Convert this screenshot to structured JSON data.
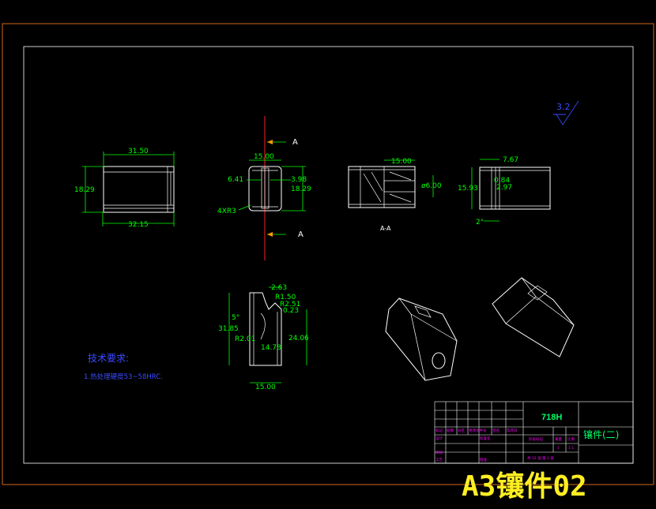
{
  "colors": {
    "background": "#000000",
    "outer_border": "#d2691e",
    "inner_border": "#ffffff",
    "dimension": "#00ff00",
    "geometry": "#ffffff",
    "centerline": "#ff2020",
    "notes": "#3a4bff",
    "titleblock_text": "#ff00ff",
    "caption": "#ffee22"
  },
  "views": {
    "front": {
      "width_top": "31.50",
      "height": "18.29",
      "width_bottom": "32.15"
    },
    "side": {
      "top_width": "15.00",
      "left": "6.41",
      "right_a": "3.98",
      "right_b": "18.29",
      "corner": "4XR3"
    },
    "section": {
      "top_width": "15.00",
      "bore": "ø6.00",
      "label": "A-A"
    },
    "right": {
      "top": "7.67",
      "left": "15.93",
      "mid_a": "0.84",
      "mid_b": "2.97",
      "angle": "2°"
    },
    "lower": {
      "top": "2.63",
      "r1": "R1.50",
      "r2": "R2.51",
      "small": "0.23",
      "angle": "5°",
      "height": "31.85",
      "r3": "R2.01",
      "inner": "14.78",
      "right": "24.06",
      "bottom": "15.00"
    }
  },
  "section_markers": {
    "top": "A",
    "bottom": "A"
  },
  "surface_finish": "3.2",
  "notes": {
    "heading": "技术要求:",
    "line1": "1.热处理硬度53~58HRC."
  },
  "title_block": {
    "material": "718H",
    "part_name": "镶件(二)",
    "stage_label": "阶段标记",
    "weight_label": "重量",
    "scale_label": "比例",
    "qty": "1",
    "scale": "1:1",
    "sheets": "共 12 张  第 2 张",
    "rev_headers": [
      "标记",
      "处数",
      "分区",
      "更改文件号",
      "签名",
      "年月日"
    ],
    "design": "设计",
    "standard": "标准化",
    "review": "审核",
    "process": "工艺",
    "approve": "批准"
  },
  "caption": "A3镶件02"
}
